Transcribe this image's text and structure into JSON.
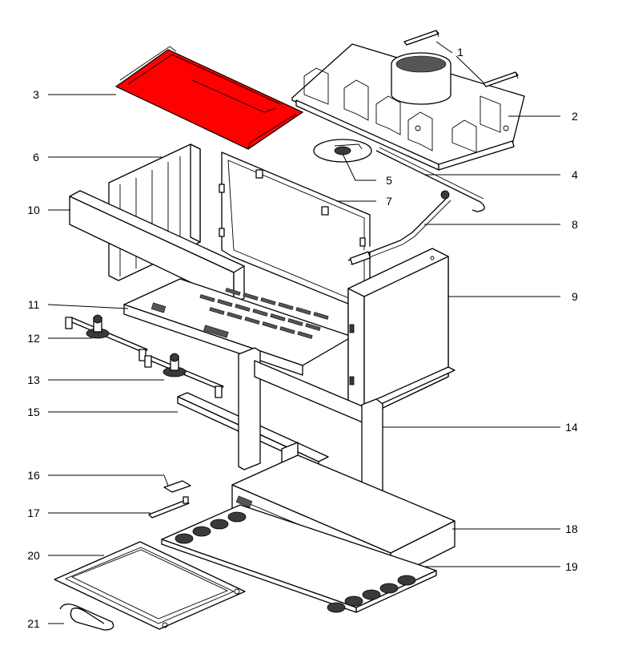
{
  "diagram": {
    "highlight_color": "#ff0000",
    "line_color": "#000000",
    "background_color": "#ffffff",
    "labels": {
      "p1": "1",
      "p2": "2",
      "p3": "3",
      "p4": "4",
      "p5": "5",
      "p6": "6",
      "p7": "7",
      "p8": "8",
      "p9": "9",
      "p10": "10",
      "p11": "11",
      "p12": "12",
      "p13": "13",
      "p14": "14",
      "p15": "15",
      "p16": "16",
      "p17": "17",
      "p18": "18",
      "p19": "19",
      "p20": "20",
      "p21": "21"
    }
  }
}
